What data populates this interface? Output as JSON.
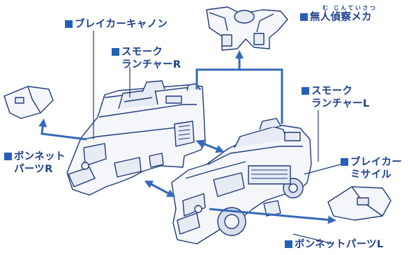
{
  "labels": {
    "breaker_cannon": "ブレイカーキャノン",
    "drone_mecha": "無人偵察メカ",
    "drone_mecha_ruby": "む じんていさつ",
    "smoke_launcher_r_1": "スモーク",
    "smoke_launcher_r_2": "ランチャーR",
    "smoke_launcher_l_1": "スモーク",
    "smoke_launcher_l_2": "ランチャーL",
    "bonnet_parts_r_1": "ボンネット",
    "bonnet_parts_r_2": "パーツR",
    "breaker_missile_1": "ブレイカー",
    "breaker_missile_2": "ミサイル",
    "bonnet_parts_l": "ボンネットパーツL"
  },
  "colors": {
    "label_text": "#1d3f8e",
    "marker": "#2560b6",
    "arrow": "#3468b8",
    "line_art": "#1e3a7a",
    "part_fill": "#f4f6fa"
  }
}
